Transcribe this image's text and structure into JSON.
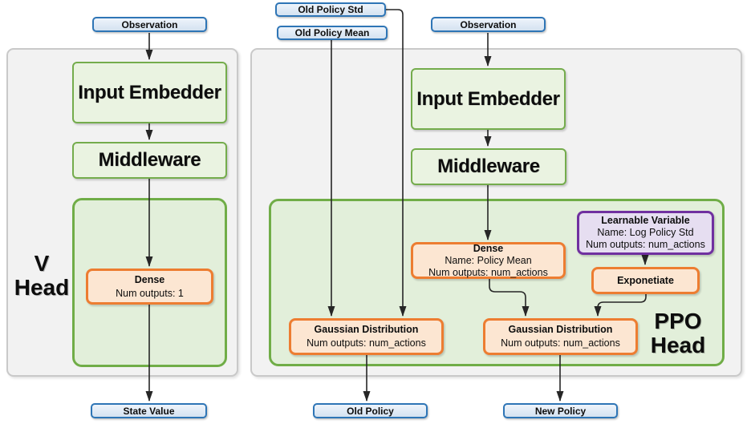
{
  "inputs": {
    "observation_left": "Observation",
    "old_policy_std": "Old Policy Std",
    "old_policy_mean": "Old Policy Mean",
    "observation_right": "Observation"
  },
  "v_head": {
    "label_line1": "V",
    "label_line2": "Head",
    "input_embedder": "Input Embedder",
    "middleware": "Middleware",
    "dense": {
      "title": "Dense",
      "num_outputs": "Num outputs: 1"
    }
  },
  "ppo_head": {
    "label_line1": "PPO",
    "label_line2": "Head",
    "input_embedder": "Input Embedder",
    "middleware": "Middleware",
    "dense": {
      "title": "Dense",
      "name": "Name: Policy Mean",
      "num_outputs": "Num outputs: num_actions"
    },
    "learnable_variable": {
      "title": "Learnable Variable",
      "name": "Name: Log Policy Std",
      "num_outputs": "Num outputs: num_actions"
    },
    "exponetiate": "Exponetiate",
    "gaussian_old": {
      "title": "Gaussian Distribution",
      "num_outputs": "Num outputs: num_actions"
    },
    "gaussian_new": {
      "title": "Gaussian Distribution",
      "num_outputs": "Num outputs: num_actions"
    }
  },
  "outputs": {
    "state_value": "State Value",
    "old_policy": "Old Policy",
    "new_policy": "New Policy"
  },
  "colors": {
    "badge_border": "#2e75b6",
    "badge_fill": "#dbe5f1",
    "green_border": "#70ad47",
    "green_box_fill": "#eaf3e1",
    "green_container_fill": "#e2efda",
    "orange_border": "#ed7d31",
    "orange_fill": "#fce6d2",
    "purple_border": "#7030a0",
    "purple_fill": "#e6def1",
    "panel_fill": "#f2f2f2",
    "panel_border": "#c9c9c9",
    "wire": "#262626"
  }
}
